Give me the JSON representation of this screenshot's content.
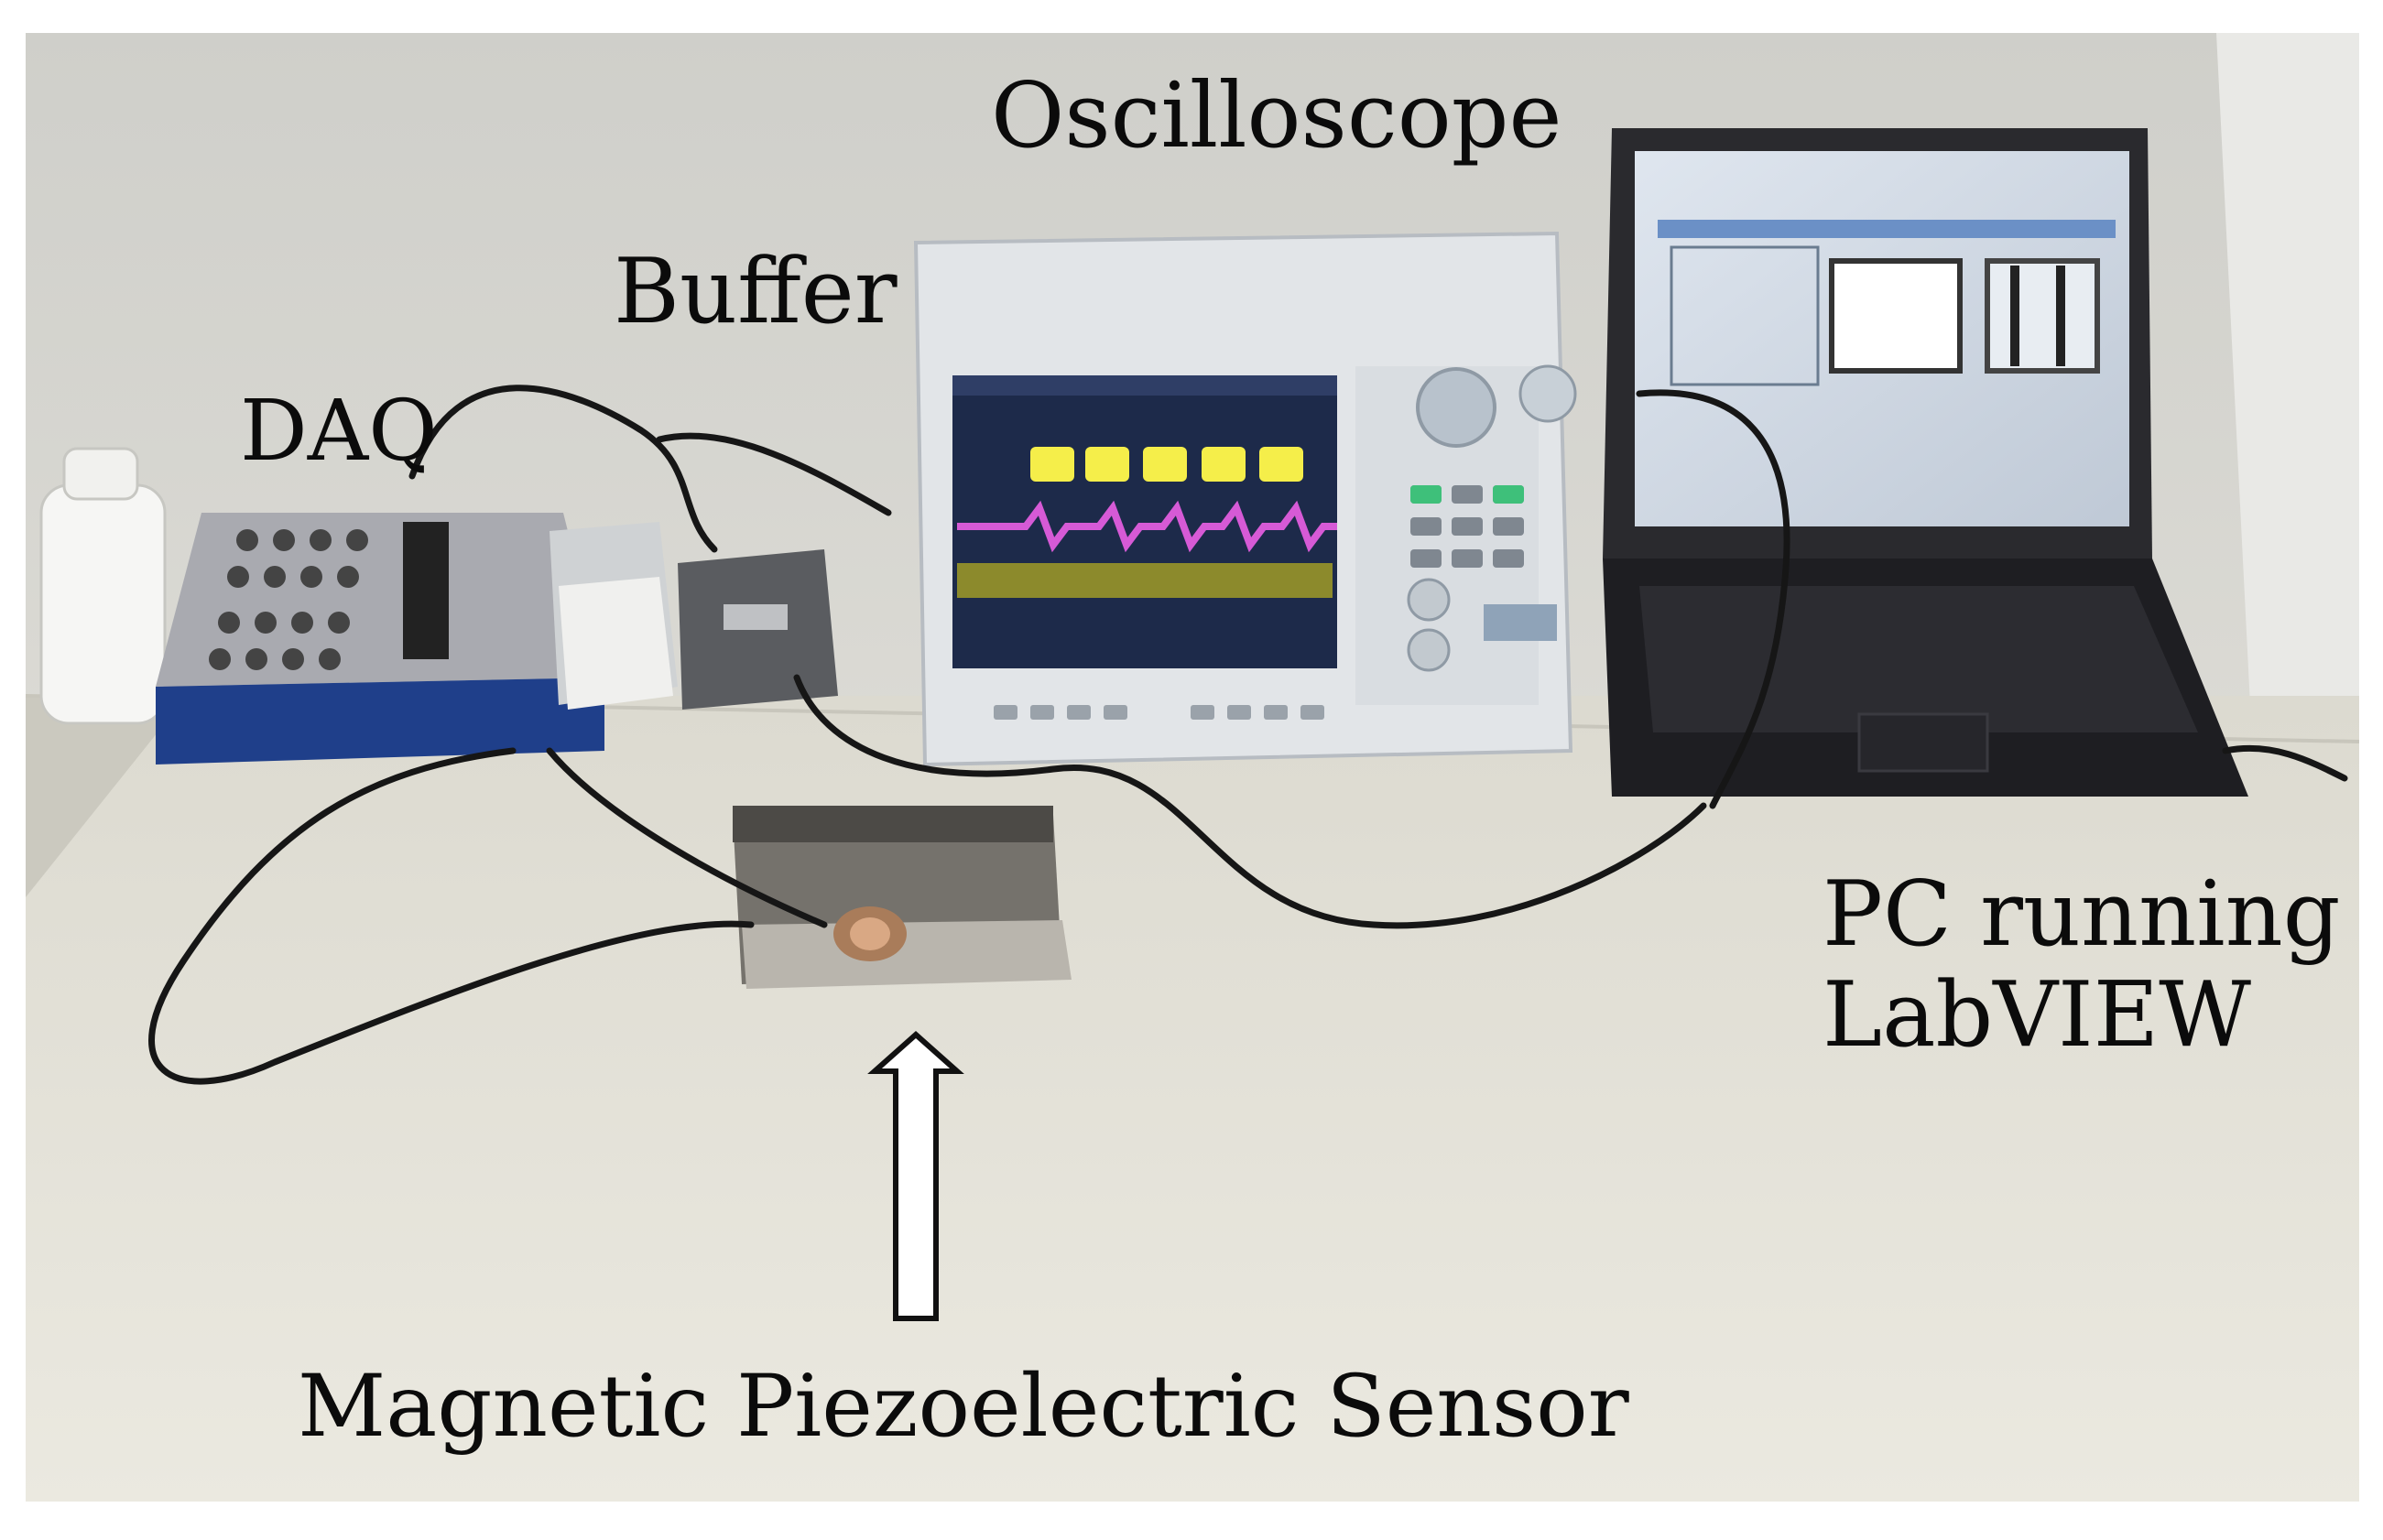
{
  "labels": {
    "oscilloscope": "Oscilloscope",
    "buffer": "Buffer",
    "daq": "DAQ",
    "pc_line1": "PC running",
    "pc_line2": "LabVIEW",
    "sensor": "Magnetic Piezoelectric Sensor"
  },
  "colors": {
    "wall": "#d3d3ce",
    "desk": "#e6e4da",
    "waveform_yellow": "#f5ee4a",
    "waveform_magenta": "#d65ad6",
    "daq_blue": "#1f3f8a",
    "screen_bg": "#1d2a4a",
    "laptop_body": "#2a2a2e"
  },
  "icons": {
    "pointer_arrow": "up-arrow-outline-icon"
  }
}
